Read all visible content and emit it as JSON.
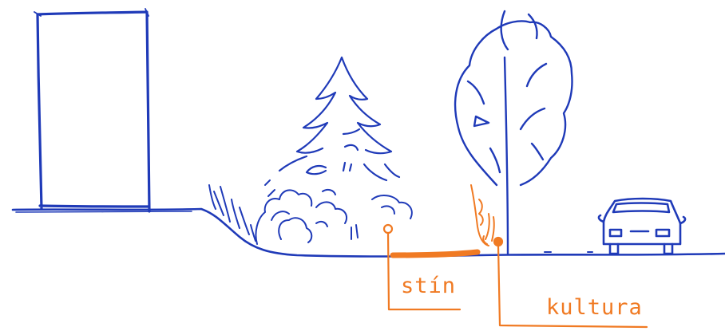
{
  "colors": {
    "ink_blue": "#1f3ab8",
    "accent_orange": "#f07a23",
    "background": "#ffffff"
  },
  "labels": {
    "shade": "stín",
    "culture": "kultura"
  },
  "scene": {
    "elements": [
      "building",
      "grass-tuft",
      "shrubs",
      "spruce-tree",
      "deciduous-tree",
      "car",
      "ground-line",
      "shade-strip",
      "flame-marker"
    ]
  }
}
